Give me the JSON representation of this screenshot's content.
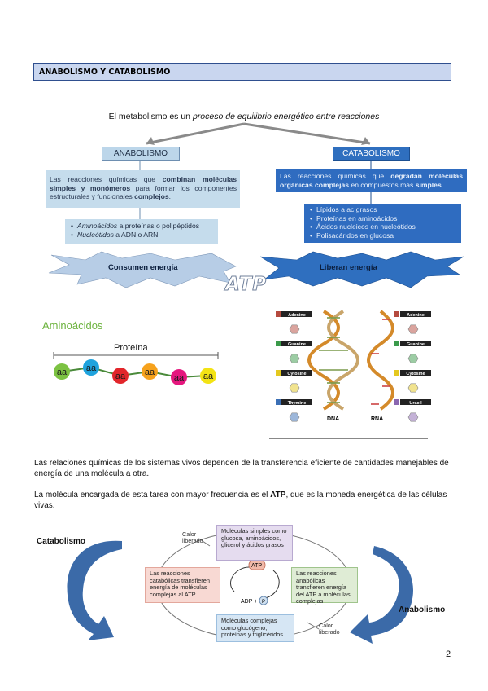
{
  "section": {
    "title": "ANABOLISMO Y CATABOLISMO"
  },
  "intro": {
    "prefix": "El metabolismo es un ",
    "emphasis": "proceso de equilibrio energético entre reacciones"
  },
  "anabolismo": {
    "label": "ANABOLISMO",
    "desc_a": "Las reacciones químicas que ",
    "desc_b": "combinan moléculas simples y monómeros",
    "desc_c": " para formar los componentes estructurales y funcionales ",
    "desc_d": "complejos",
    "desc_e": ".",
    "items": [
      {
        "em": "Aminoácidos",
        "rest": " a proteínas o polipéptidos"
      },
      {
        "em": "Nucleótidos",
        "rest": " a ADN o ARN"
      }
    ],
    "energy": "Consumen energía"
  },
  "catabolismo": {
    "label": "CATABOLISMO",
    "desc_a": "Las reacciones químicas que ",
    "desc_b": "degradan moléculas orgánicas complejas",
    "desc_c": " en compuestos más ",
    "desc_d": "simples",
    "desc_e": ".",
    "items": [
      "Lípidos a ac grasos",
      "Proteínas en aminoácidos",
      "Ácidos nucleicos en nucleótidos",
      "Polisacáridos en glucosa"
    ],
    "energy": "Liberan energía"
  },
  "atp_label": "ATP",
  "aminoacids": {
    "title": "Aminoácidos",
    "protein": "Proteína",
    "units": [
      {
        "text": "aa",
        "color": "#7cc242"
      },
      {
        "text": "aa",
        "color": "#1fa3dd"
      },
      {
        "text": "aa",
        "color": "#e2262b"
      },
      {
        "text": "aa",
        "color": "#f6a21d"
      },
      {
        "text": "aa",
        "color": "#e5177e"
      },
      {
        "text": "aa",
        "color": "#f3e314"
      }
    ]
  },
  "nucleic": {
    "dna_bases": [
      {
        "name": "Adenine",
        "color": "#b54a3e"
      },
      {
        "name": "Guanine",
        "color": "#3a9a4a"
      },
      {
        "name": "Cytosine",
        "color": "#e4c81f"
      },
      {
        "name": "Thymine",
        "color": "#3b6fb5"
      }
    ],
    "rna_bases": [
      {
        "name": "Adenine",
        "color": "#b54a3e"
      },
      {
        "name": "Guanine",
        "color": "#3a9a4a"
      },
      {
        "name": "Cytosine",
        "color": "#e4c81f"
      },
      {
        "name": "Uracil",
        "color": "#8a66b0"
      }
    ],
    "dna_label": "DNA",
    "rna_label": "RNA"
  },
  "paragraphs": {
    "p1": "Las relaciones químicas de los sistemas vivos dependen de la transferencia eficiente de cantidades manejables de energía de una molécula a otra.",
    "p2_a": "La molécula encargada de esta tarea con mayor frecuencia es el ",
    "p2_b": "ATP",
    "p2_c": ", que es la moneda energética de las células vivas."
  },
  "cycle": {
    "left_label": "Catabolismo",
    "right_label": "Anabolismo",
    "top_box": "Moléculas simples como glucosa, aminoácidos, glicerol y ácidos grasos",
    "left_box": "Las reacciones catabólicas transfieren energía de moléculas complejas al ATP",
    "right_box": "Las reacciones anabólicas transfieren energía del ATP a moléculas complejas",
    "bottom_box": "Moléculas complejas como glucógeno, proteínas y triglicéridos",
    "heat_top": [
      "Calor",
      "liberado"
    ],
    "heat_bottom": [
      "Calor",
      "liberado"
    ],
    "atp": "ATP",
    "adp": "ADP +",
    "pi": "P"
  },
  "page_number": "2"
}
